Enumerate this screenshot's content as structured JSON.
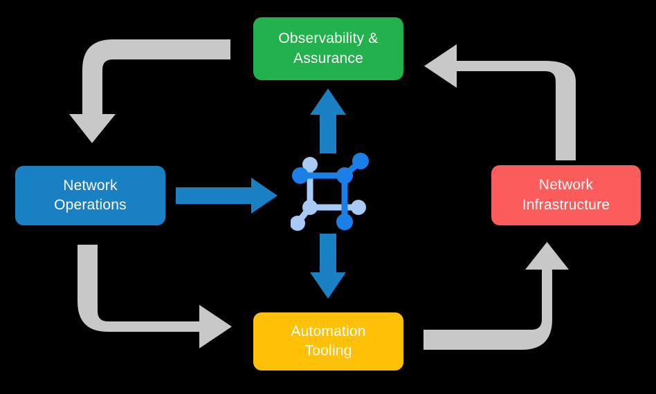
{
  "diagram": {
    "title_present": false,
    "background_color": "#000000",
    "type": "cycle-diagram",
    "center": {
      "icon_name": "network-topology-icon",
      "colors": {
        "primary": "#1a80e8",
        "secondary": "#a7cbf5"
      }
    },
    "nodes": [
      {
        "id": "observability",
        "label_line1": "Observability &",
        "label_line2": "Assurance",
        "color": "#22b14c",
        "position": "top"
      },
      {
        "id": "network-operations",
        "label_line1": "Network",
        "label_line2": "Operations",
        "color": "#1a80c4",
        "position": "left"
      },
      {
        "id": "network-infrastructure",
        "label_line1": "Network",
        "label_line2": "Infrastructure",
        "color": "#fc5c5c",
        "position": "right"
      },
      {
        "id": "automation-tooling",
        "label_line1": "Automation",
        "label_line2": "Tooling",
        "color": "#ffc107",
        "position": "bottom"
      }
    ],
    "connectors": {
      "center_arrow_color": "#1a80c4",
      "cycle_arrow_color": "#c8c8c8",
      "center_arrows": [
        {
          "id": "center-up-arrow",
          "from": "center",
          "to": "observability",
          "direction": "up"
        },
        {
          "id": "center-down-arrow",
          "from": "center",
          "to": "automation-tooling",
          "direction": "down"
        },
        {
          "id": "operations-to-center-arrow",
          "from": "network-operations",
          "to": "center",
          "direction": "right"
        }
      ],
      "cycle_arrows": [
        {
          "id": "observability-to-operations-arrow",
          "from": "observability",
          "to": "network-operations",
          "corner": "top-left"
        },
        {
          "id": "infrastructure-to-observability-arrow",
          "from": "network-infrastructure",
          "to": "observability",
          "corner": "top-right"
        },
        {
          "id": "operations-to-automation-arrow",
          "from": "network-operations",
          "to": "automation-tooling",
          "corner": "bottom-left"
        },
        {
          "id": "automation-to-infrastructure-arrow",
          "from": "automation-tooling",
          "to": "network-infrastructure",
          "corner": "bottom-right"
        }
      ]
    }
  }
}
